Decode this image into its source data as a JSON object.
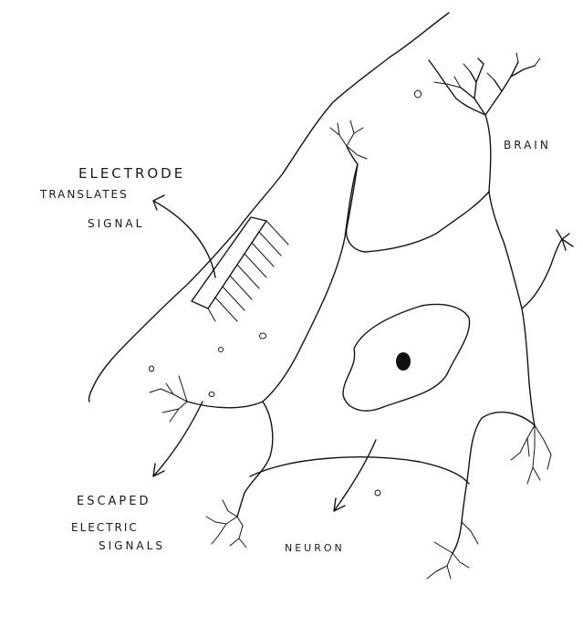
{
  "labels": {
    "electrode": "ELECTRODE",
    "translates": "TRANSLATES",
    "signal": "SIGNAL",
    "brain": "BRAIN",
    "escaped": "ESCAPED",
    "electric": "ELECTRIC",
    "signals": "SIGNALS",
    "neuron": "NEURON"
  },
  "colors": {
    "ink": "#141414",
    "nucleus": "#111111",
    "paper": "#ffffff"
  }
}
